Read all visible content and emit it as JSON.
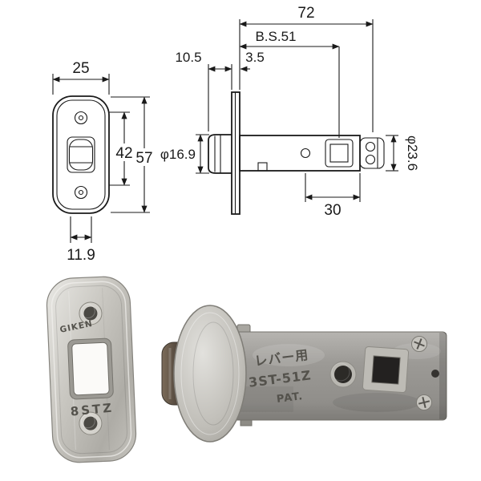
{
  "drawing": {
    "front": {
      "width": "25",
      "latch_span": "42",
      "plate_span": "57",
      "latch_width": "11.9"
    },
    "side": {
      "overall": "72",
      "backset": "B.S.51",
      "protrusion": "10.5",
      "plate_thickness": "3.5",
      "latch_dia": "φ16.9",
      "body_dia": "φ23.6",
      "tail": "30"
    }
  },
  "photos": {
    "faceplate": {
      "brand": "GIKEN",
      "model": "8STZ"
    },
    "body": {
      "stamp_line1": "レバー用",
      "stamp_line2": "3ST-51Z",
      "stamp_line3": "PAT."
    }
  }
}
